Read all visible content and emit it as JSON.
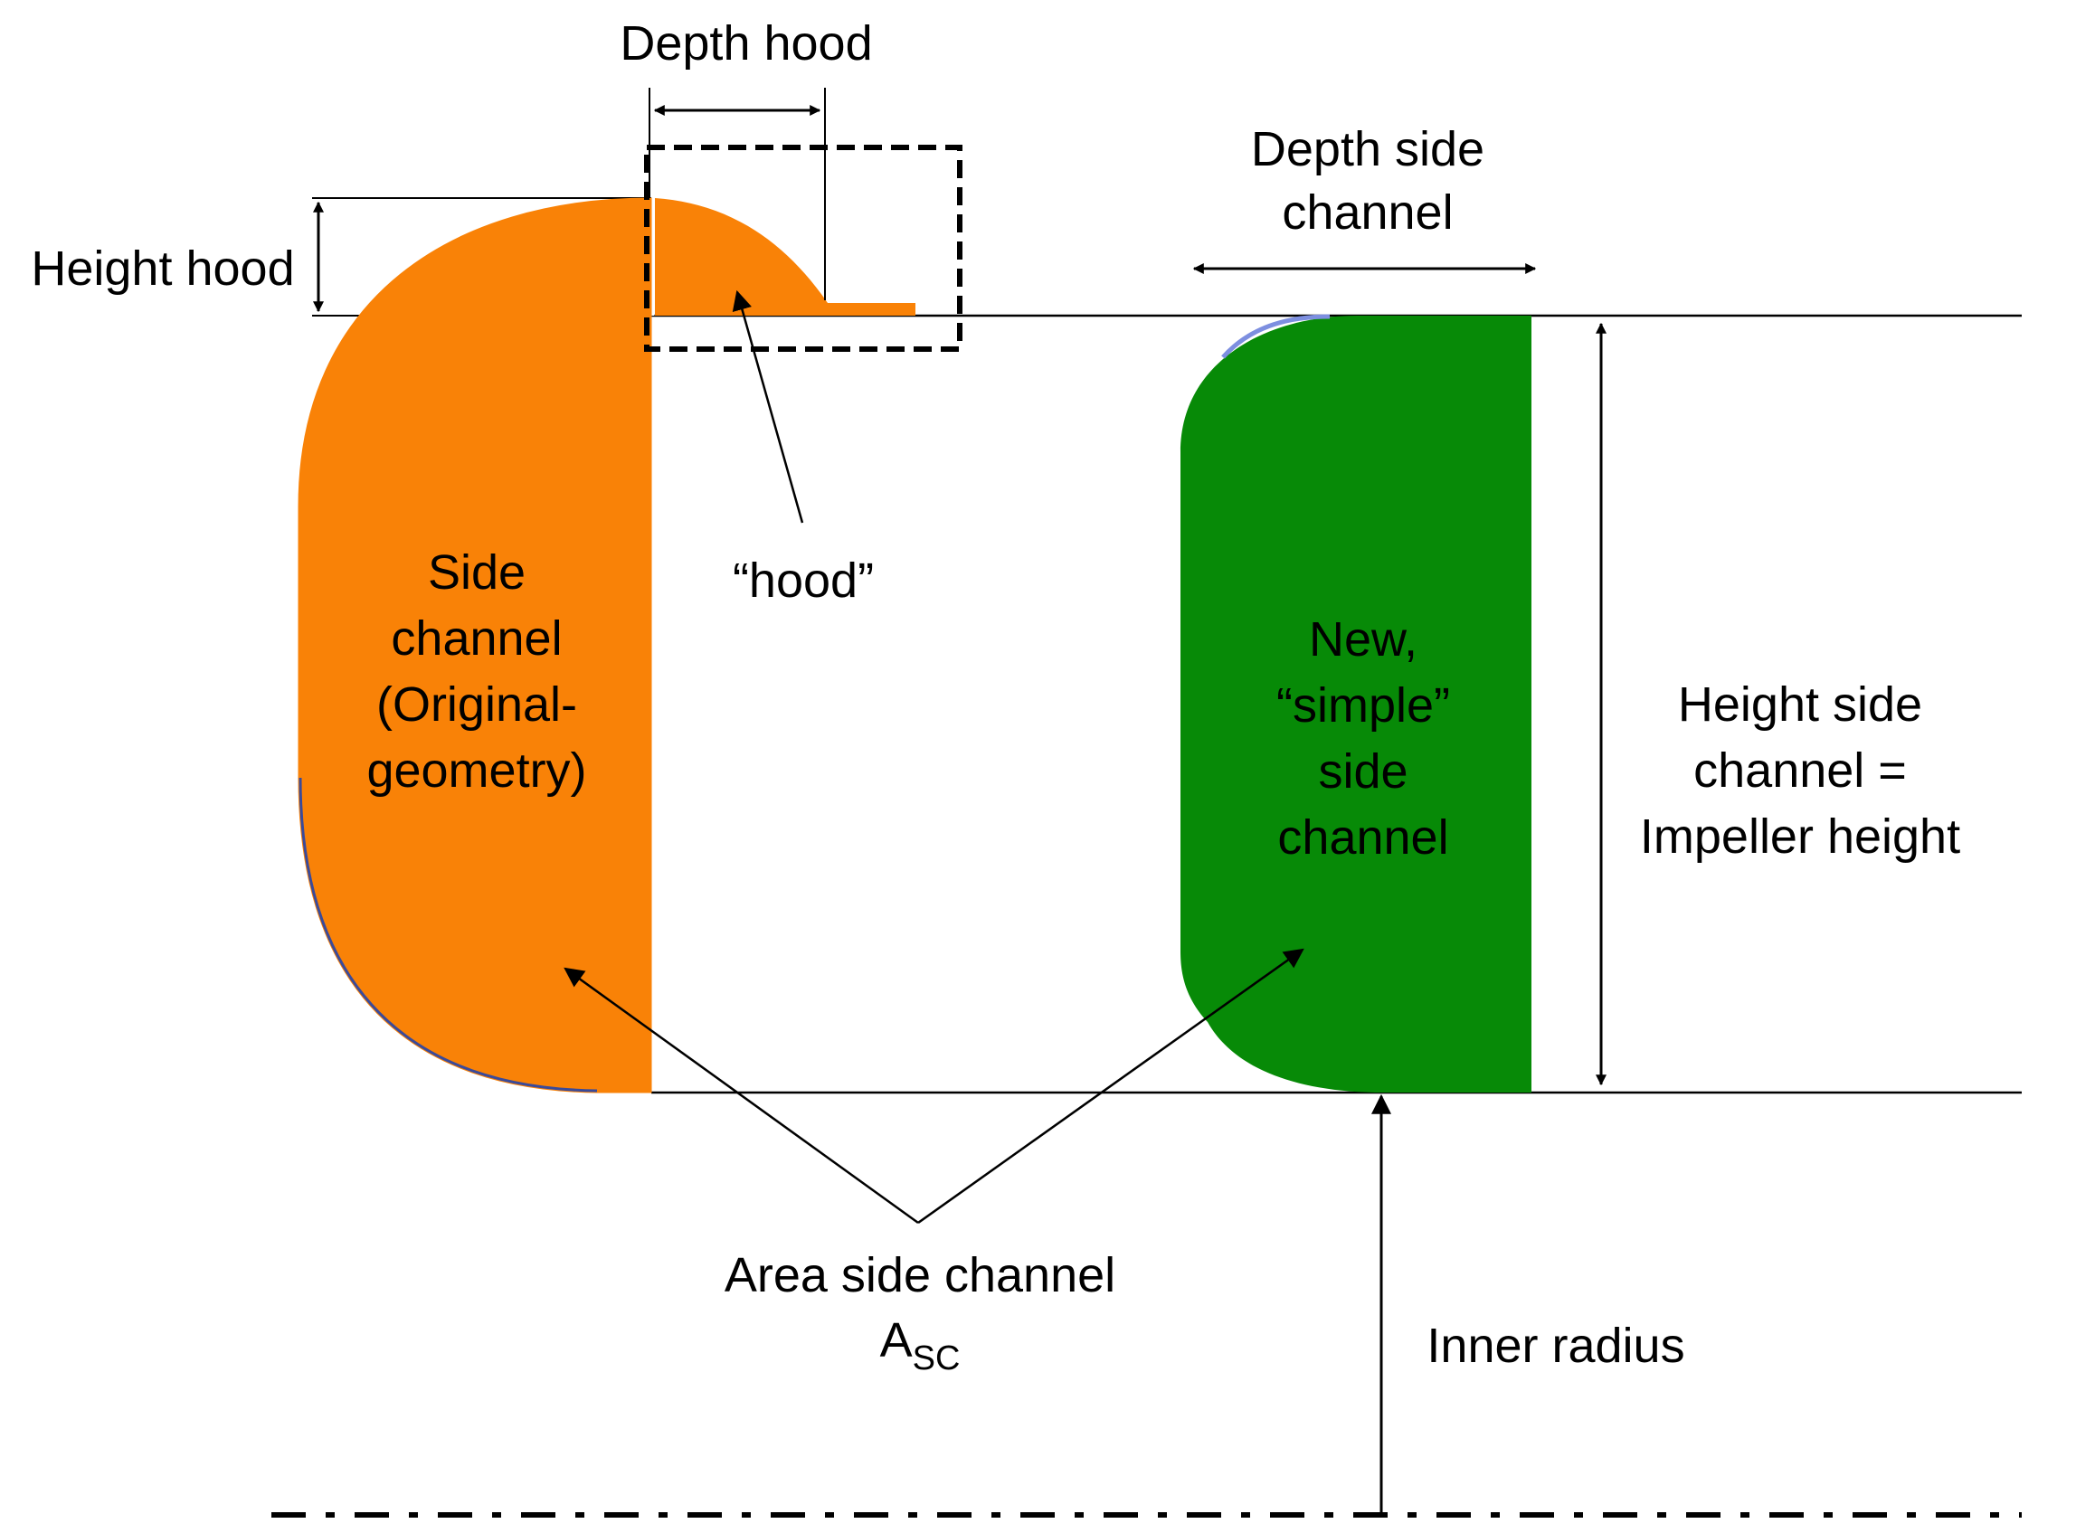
{
  "labels": {
    "depth_hood": "Depth hood",
    "height_hood": "Height hood",
    "depth_side_channel_1": "Depth side",
    "depth_side_channel_2": "channel",
    "hood": "“hood”",
    "original_1": "Side",
    "original_2": "channel",
    "original_3": "(Original-",
    "original_4": "geometry)",
    "new_1": "New,",
    "new_2": "“simple”",
    "new_3": "side",
    "new_4": "channel",
    "height_side_1": "Height side",
    "height_side_2": "channel =",
    "height_side_3": "Impeller height",
    "area_1": "Area side channel",
    "area_symbol": "A",
    "area_subscript": "SC",
    "inner_radius": "Inner radius"
  },
  "colors": {
    "original_channel": "#F98207",
    "new_channel": "#078A07",
    "new_channel_edge": "#7D8FE0",
    "line": "#000000"
  }
}
